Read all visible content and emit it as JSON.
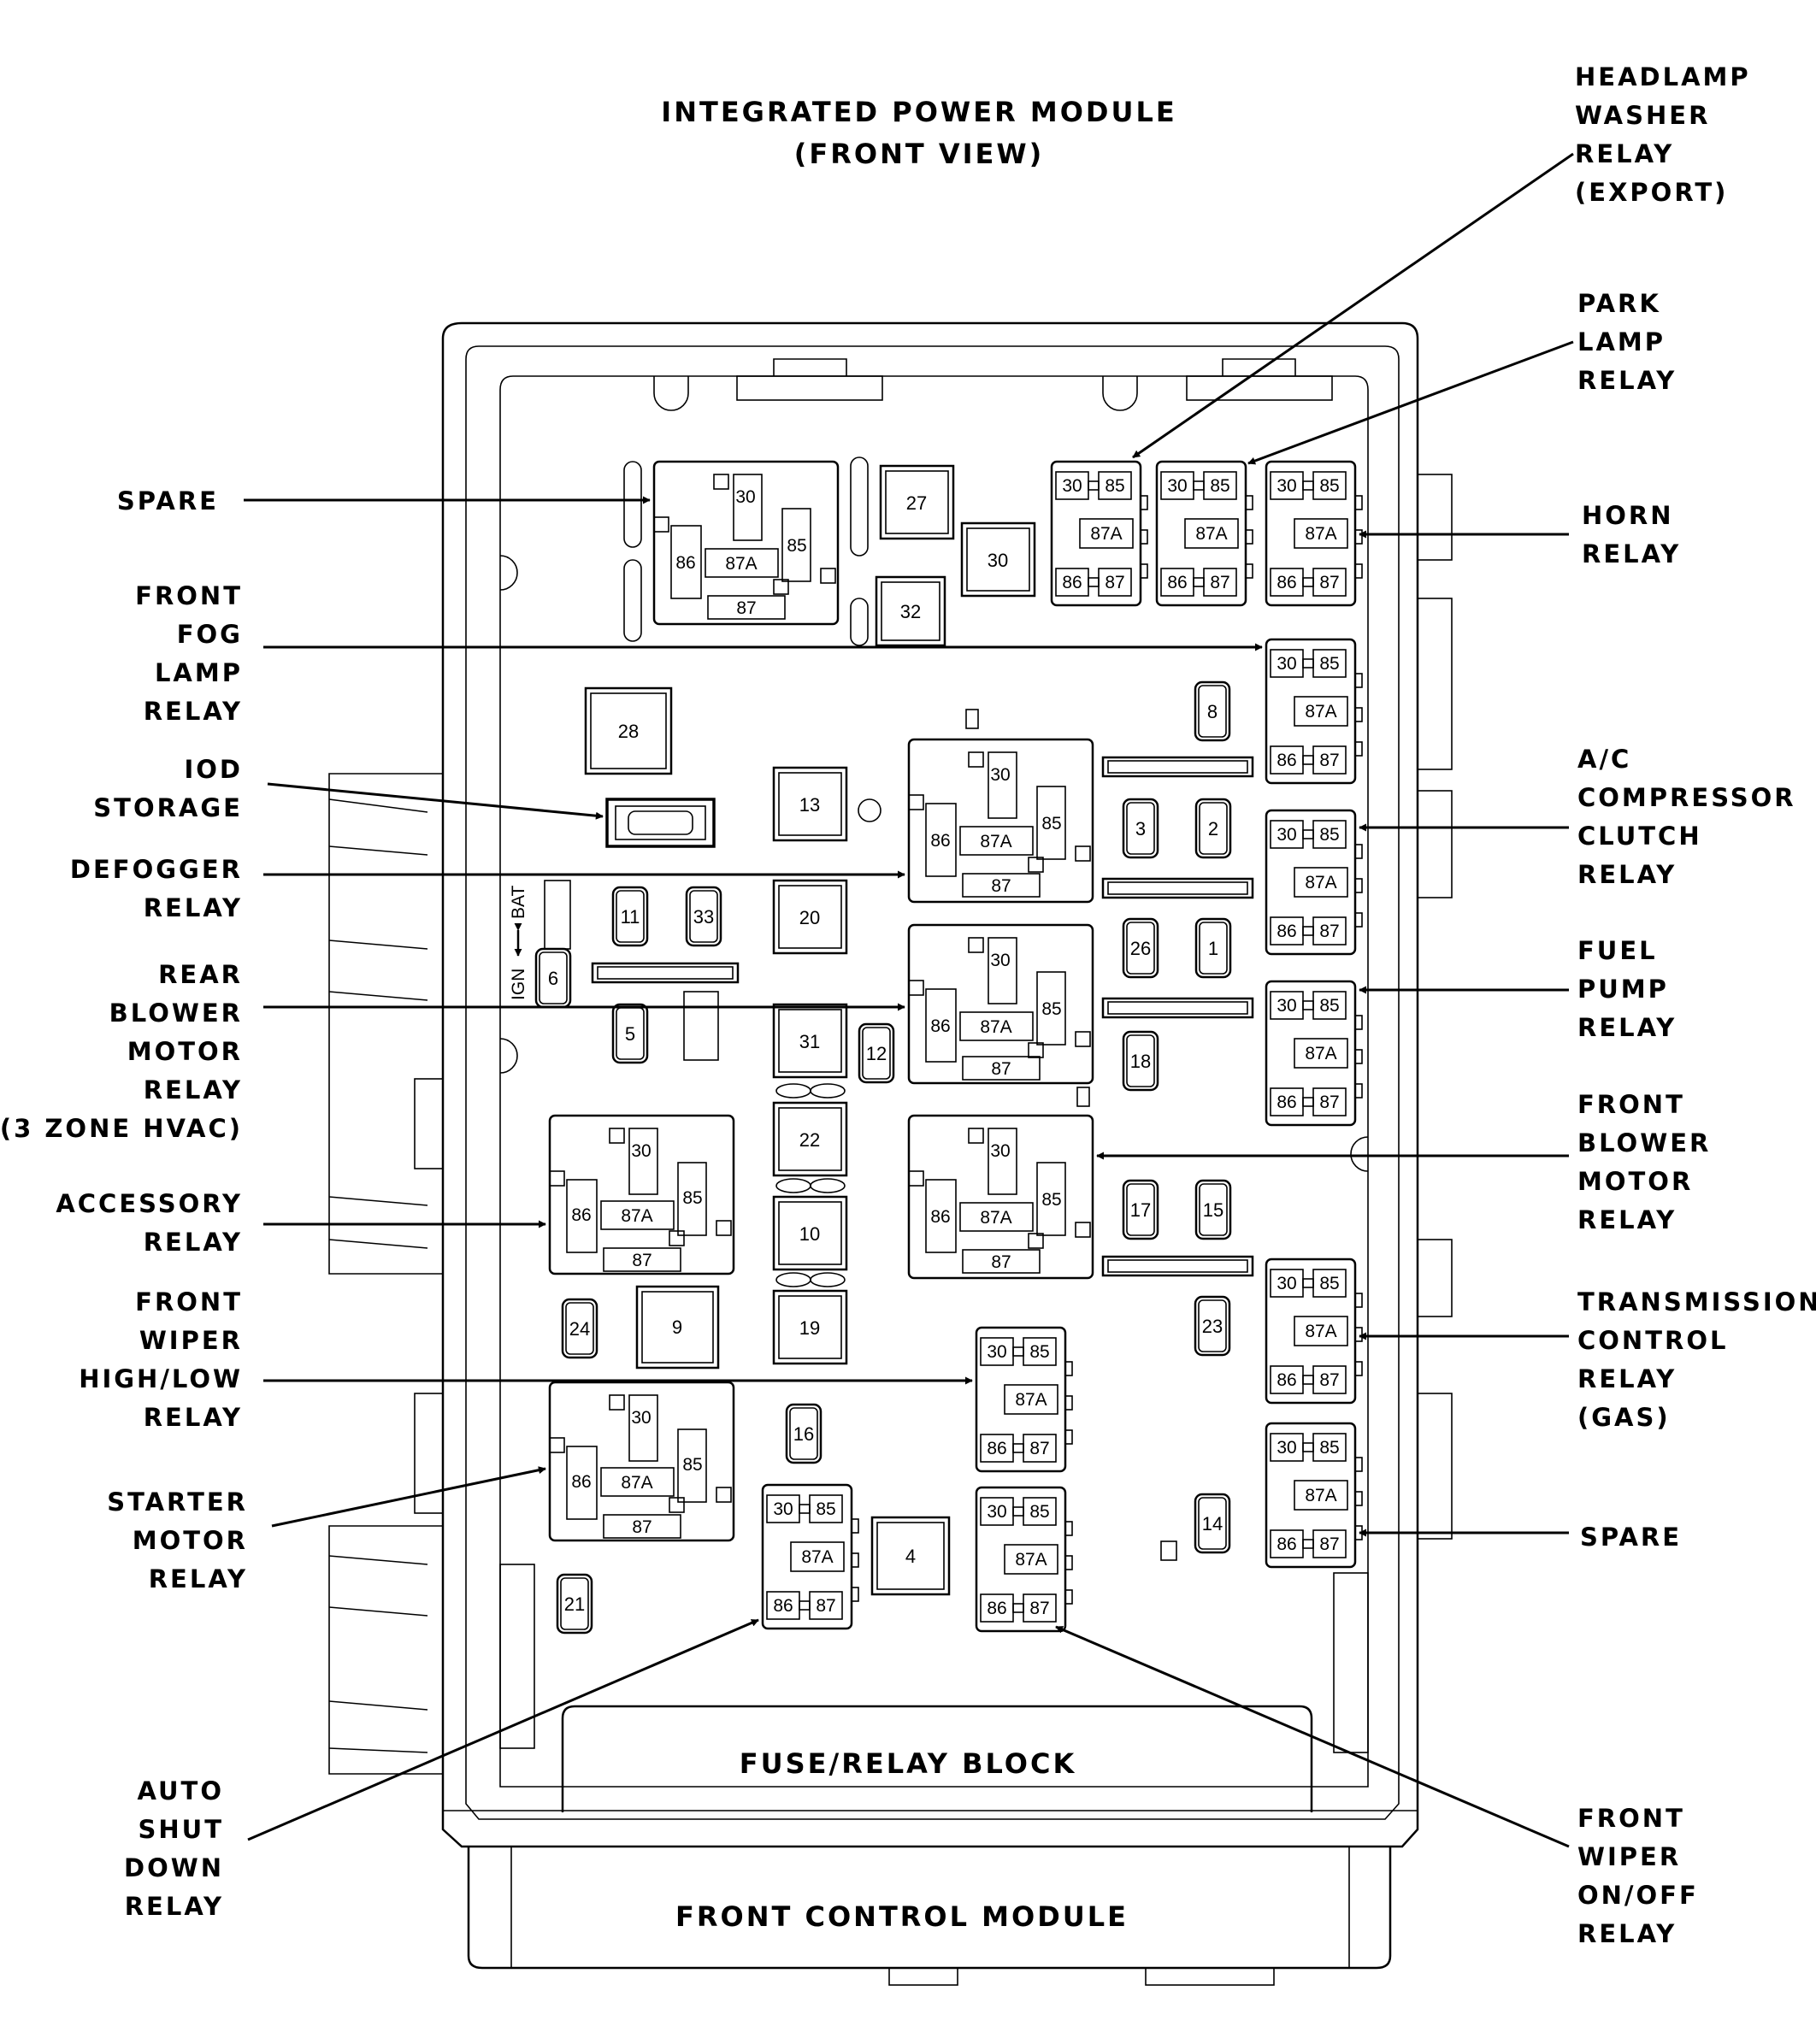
{
  "title": {
    "line1": "INTEGRATED POWER MODULE",
    "line2": "(FRONT VIEW)"
  },
  "module_labels": {
    "fuse_relay_block": "FUSE/RELAY BLOCK",
    "front_control_module": "FRONT CONTROL MODULE",
    "ign": "IGN",
    "bat": "BAT"
  },
  "relay_pins": {
    "p30": "30",
    "p85": "85",
    "p86": "86",
    "p87": "87",
    "p87a": "87A"
  },
  "fuse_numbers": {
    "f1": "1",
    "f2": "2",
    "f3": "3",
    "f4": "4",
    "f5": "5",
    "f6": "6",
    "f8": "8",
    "f9": "9",
    "f10": "10",
    "f11": "11",
    "f12": "12",
    "f13": "13",
    "f14": "14",
    "f15": "15",
    "f16": "16",
    "f17": "17",
    "f18": "18",
    "f19": "19",
    "f20": "20",
    "f21": "21",
    "f22": "22",
    "f23": "23",
    "f24": "24",
    "f26": "26",
    "f27": "27",
    "f28": "28",
    "f30": "30",
    "f31": "31",
    "f32": "32",
    "f33": "33"
  },
  "callouts": {
    "headlamp_washer": [
      "HEADLAMP",
      "WASHER",
      "RELAY",
      "(EXPORT)"
    ],
    "park_lamp": [
      "PARK",
      "LAMP",
      "RELAY"
    ],
    "horn": [
      "HORN",
      "RELAY"
    ],
    "ac_compressor": [
      "A/C",
      "COMPRESSOR",
      "CLUTCH",
      "RELAY"
    ],
    "fuel_pump": [
      "FUEL",
      "PUMP",
      "RELAY"
    ],
    "front_blower": [
      "FRONT",
      "BLOWER",
      "MOTOR",
      "RELAY"
    ],
    "transmission": [
      "TRANSMISSION",
      "CONTROL",
      "RELAY",
      "(GAS)"
    ],
    "spare_right": [
      "SPARE"
    ],
    "front_wiper_onoff": [
      "FRONT",
      "WIPER",
      "ON/OFF",
      "RELAY"
    ],
    "spare_left": [
      "SPARE"
    ],
    "front_fog": [
      "FRONT",
      "FOG",
      "LAMP",
      "RELAY"
    ],
    "iod": [
      "IOD",
      "STORAGE"
    ],
    "defogger": [
      "DEFOGGER",
      "RELAY"
    ],
    "rear_blower": [
      "REAR",
      "BLOWER",
      "MOTOR",
      "RELAY",
      "(3 ZONE HVAC)"
    ],
    "accessory": [
      "ACCESSORY",
      "RELAY"
    ],
    "wiper_highlow": [
      "FRONT",
      "WIPER",
      "HIGH/LOW",
      "RELAY"
    ],
    "starter": [
      "STARTER",
      "MOTOR",
      "RELAY"
    ],
    "asd": [
      "AUTO",
      "SHUT",
      "DOWN",
      "RELAY"
    ]
  }
}
